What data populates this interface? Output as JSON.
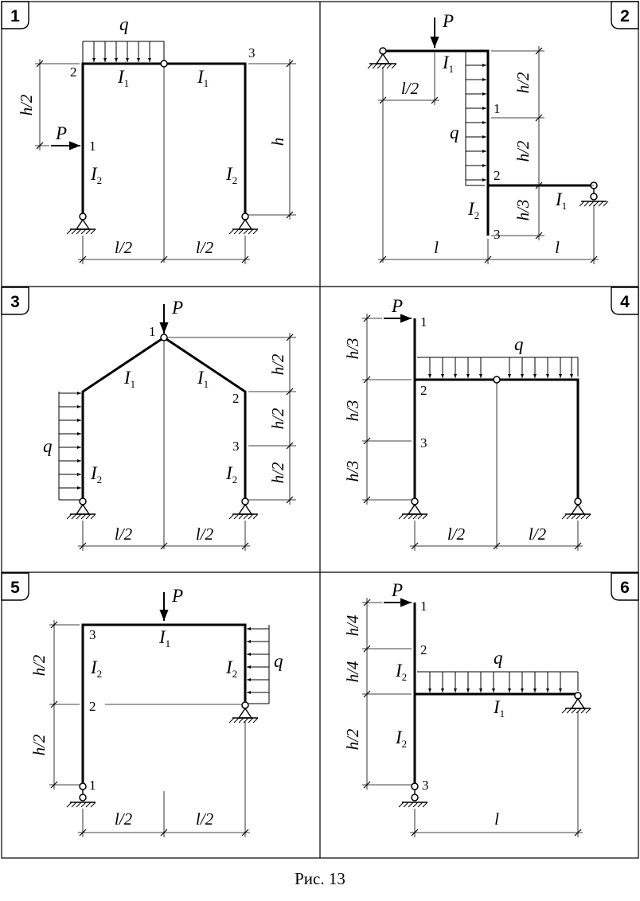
{
  "caption": "Рис. 13",
  "panels": [
    {
      "number": "1",
      "load_P": "P",
      "load_q": "q",
      "I1a": "I",
      "I1a_sub": "1",
      "I1b": "I",
      "I1b_sub": "1",
      "I2a": "I",
      "I2a_sub": "2",
      "I2b": "I",
      "I2b_sub": "2",
      "pt1": "1",
      "pt2": "2",
      "pt3": "3",
      "dim_h_half": "h/2",
      "dim_h": "h",
      "dim_l_half_a": "l/2",
      "dim_l_half_b": "l/2"
    },
    {
      "number": "2",
      "load_P": "P",
      "load_q": "q",
      "I1a": "I",
      "I1a_sub": "1",
      "I1b": "I",
      "I1b_sub": "1",
      "I2": "I",
      "I2_sub": "2",
      "pt1": "1",
      "pt2": "2",
      "pt3": "3",
      "dim_l_half": "l/2",
      "dim_h_half_a": "h/2",
      "dim_h_half_b": "h/2",
      "dim_h_third": "h/3",
      "dim_l_a": "l",
      "dim_l_b": "l"
    },
    {
      "number": "3",
      "load_P": "P",
      "load_q": "q",
      "I1a": "I",
      "I1a_sub": "1",
      "I1b": "I",
      "I1b_sub": "1",
      "I2a": "I",
      "I2a_sub": "2",
      "I2b": "I",
      "I2b_sub": "2",
      "pt1": "1",
      "pt2": "2",
      "pt3": "3",
      "dim_h_half_a": "h/2",
      "dim_h_half_b": "h/2",
      "dim_h_half_c": "h/2",
      "dim_l_half_a": "l/2",
      "dim_l_half_b": "l/2"
    },
    {
      "number": "4",
      "load_P": "P",
      "load_q": "q",
      "pt1": "1",
      "pt2": "2",
      "pt3": "3",
      "dim_h_third_a": "h/3",
      "dim_h_third_b": "h/3",
      "dim_h_third_c": "h/3",
      "dim_l_half_a": "l/2",
      "dim_l_half_b": "l/2"
    },
    {
      "number": "5",
      "load_P": "P",
      "load_q": "q",
      "I1": "I",
      "I1_sub": "1",
      "I2a": "I",
      "I2a_sub": "2",
      "I2b": "I",
      "I2b_sub": "2",
      "pt1": "1",
      "pt2": "2",
      "pt3": "3",
      "dim_h_half_a": "h/2",
      "dim_h_half_b": "h/2",
      "dim_l_half_a": "l/2",
      "dim_l_half_b": "l/2"
    },
    {
      "number": "6",
      "load_P": "P",
      "load_q": "q",
      "I1": "I",
      "I1_sub": "1",
      "I2a": "I",
      "I2a_sub": "2",
      "I2b": "I",
      "I2b_sub": "2",
      "pt1": "1",
      "pt2": "2",
      "pt3": "3",
      "dim_h_quarter_a": "h/4",
      "dim_h_quarter_b": "h/4",
      "dim_h_half": "h/2",
      "dim_l": "l"
    }
  ]
}
